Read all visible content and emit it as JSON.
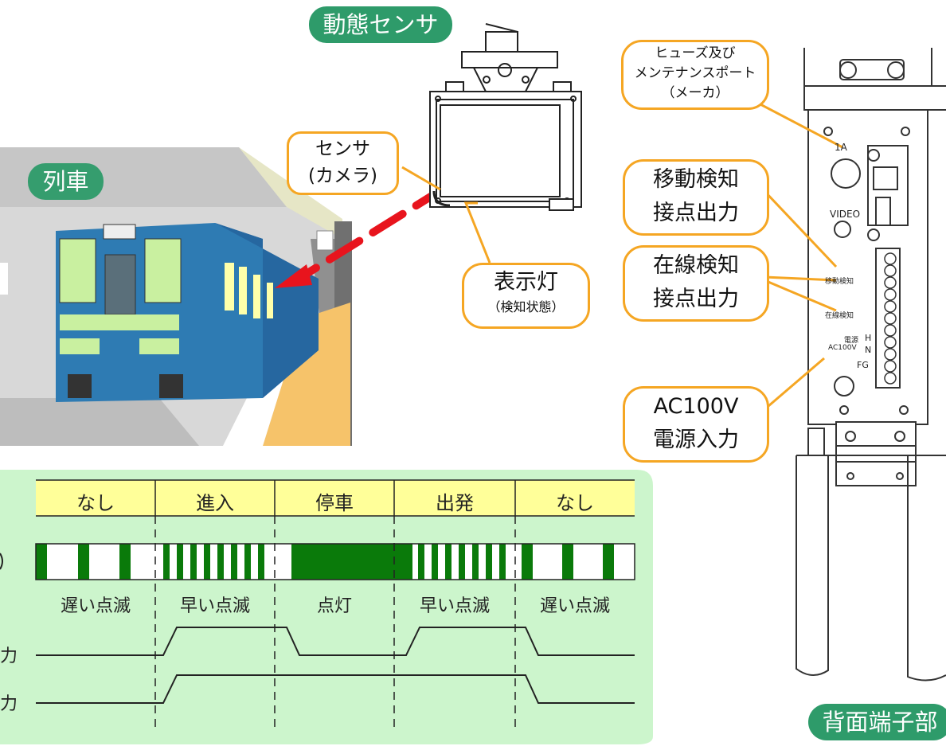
{
  "labels": {
    "sensor_title": "動態センサ",
    "train": "列車",
    "rear_terminal": "背面端子部"
  },
  "callouts": {
    "fuse": [
      "ヒューズ及び",
      "メンテナンスポート",
      "（メーカ）"
    ],
    "camera": [
      "センサ",
      "(カメラ)"
    ],
    "indicator_main": "表示灯",
    "indicator_sub": "（検知状態）",
    "move_out": [
      "移動検知",
      "接点出力"
    ],
    "present_out": [
      "在線検知",
      "接点出力"
    ],
    "power_in": [
      "AC100V",
      "電源入力"
    ]
  },
  "panel": {
    "fuse_label": "1A",
    "video_label": "VIDEO",
    "move_label": "移動検知",
    "present_label": "在線検知",
    "power_label_1": "電源",
    "power_label_2": "AC100V",
    "h_label": "H",
    "n_label": "N",
    "fg_label": "FG"
  },
  "timing": {
    "phases": [
      "なし",
      "進入",
      "停車",
      "出発",
      "なし"
    ],
    "blink_states": [
      "遅い点滅",
      "早い点滅",
      "点灯",
      "早い点滅",
      "遅い点滅"
    ],
    "row_label_partial_1": "力",
    "row_label_partial_2": "力"
  },
  "colors": {
    "accent_green": "#2e9b6a",
    "callout_border": "#f5a623",
    "timing_bg": "#ccf5cc",
    "header_bg": "#ffff99",
    "lamp_green": "#0a7a0a"
  }
}
